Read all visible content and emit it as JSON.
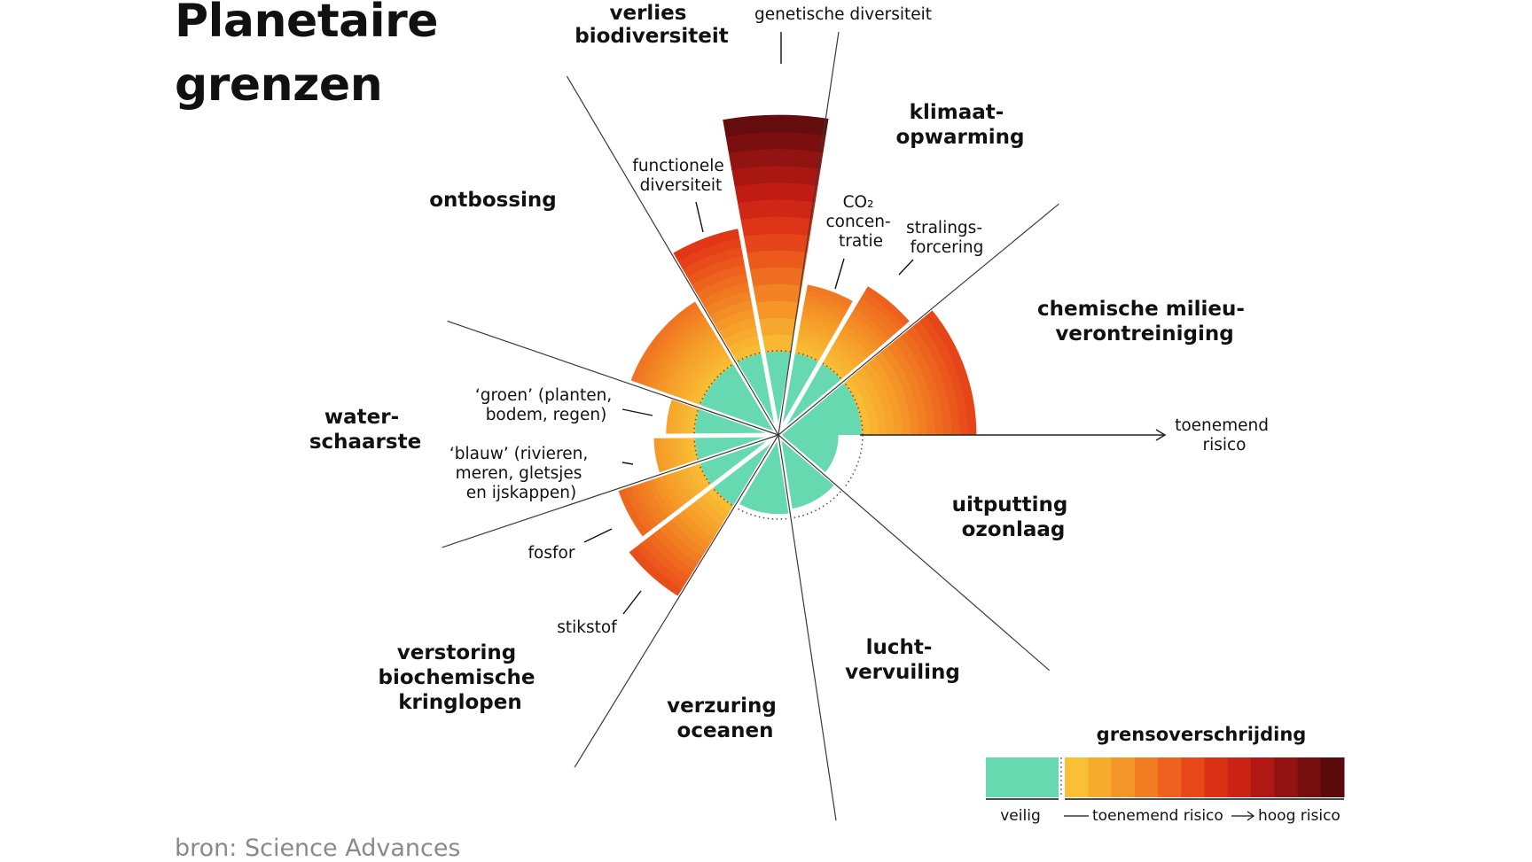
{
  "title": {
    "line1": "Planetaire",
    "line2": "grenzen"
  },
  "source": "bron: Science Advances",
  "colors": {
    "safe": "#66d9b0",
    "gradient": [
      "#f9c035",
      "#f59a28",
      "#ef6b1f",
      "#e43a17",
      "#c41d14",
      "#8e1212",
      "#5a0a0a"
    ]
  },
  "categories": {
    "biodiversity": [
      "verlies",
      "biodiversiteit"
    ],
    "climate": [
      "klimaat-",
      "opwarming"
    ],
    "chemical": [
      "chemische milieu-",
      "verontreiniging"
    ],
    "ozone": [
      "uitputting",
      "ozonlaag"
    ],
    "aerosol": [
      "lucht-",
      "vervuiling"
    ],
    "acidification": [
      "verzuring",
      "oceanen"
    ],
    "biochemical": [
      "verstoring",
      "biochemische",
      "kringlopen"
    ],
    "water": [
      "water-",
      "schaarste"
    ],
    "land": [
      "ontbossing"
    ]
  },
  "sublabels": {
    "genetic": [
      "genetische diversiteit"
    ],
    "functional": [
      "functionele",
      "diversiteit"
    ],
    "co2": [
      "CO₂",
      "concen-",
      "tratie"
    ],
    "radiative": [
      "stralings-",
      "forcering"
    ],
    "green_water": [
      "‘groen’ (planten,",
      "bodem, regen)"
    ],
    "blue_water": [
      "‘blauw’ (rivieren,",
      "meren, gletsjes",
      "en ijskappen)"
    ],
    "phosphorus": [
      "fosfor"
    ],
    "nitrogen": [
      "stikstof"
    ]
  },
  "axis_label": [
    "toenemend",
    "risico"
  ],
  "legend": {
    "title": "grensoverschrijding",
    "safe": "veilig",
    "increasing": "toenemend risico",
    "high": "hoog risico"
  },
  "boundary_levels": {
    "genetic_diversity": 3.9,
    "functional_diversity": 2.55,
    "co2_concentration": 1.85,
    "radiative_forcing": 2.1,
    "novel_entities": 2.4,
    "ozone_depletion": 0.72,
    "aerosol_loading": 0.9,
    "ocean_acidification": 0.95,
    "nitrogen": 2.3,
    "phosphorus": 2.05,
    "blue_water": 1.5,
    "green_water": 1.35,
    "land_system": 1.9
  }
}
